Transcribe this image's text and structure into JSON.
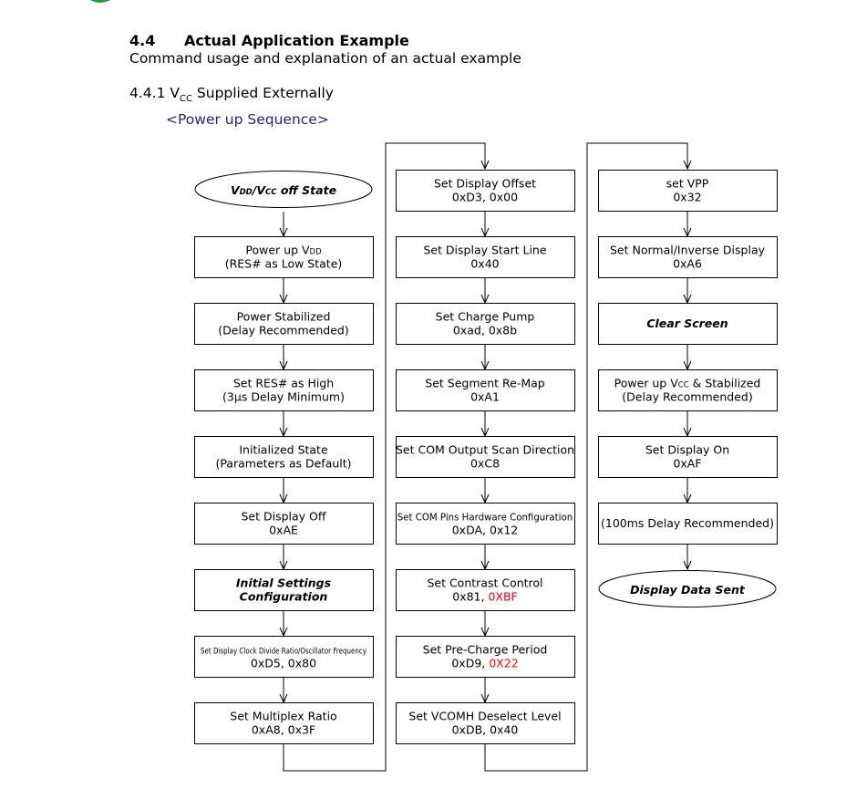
{
  "section": {
    "number": "4.4",
    "title": "Actual Application Example",
    "subtitle": "Command usage and explanation of an actual example"
  },
  "subsection": {
    "number": "4.4.1",
    "v": "V",
    "v_sub": "CC",
    "rest": "Supplied Externally"
  },
  "sequence_title": "<Power up Sequence>",
  "colors": {
    "line": "#000000",
    "highlight": "#ff0000",
    "sequence_title": "#1f1f9e"
  },
  "columns": [
    {
      "items": [
        {
          "id": "vdd-vcc-off-state",
          "shape": "ellipse",
          "style": "bolditalic",
          "lines": [
            [
              {
                "t": "V"
              },
              {
                "t": "DD",
                "sub": true
              },
              {
                "t": "/V"
              },
              {
                "t": "CC",
                "sub": true
              },
              {
                "t": " off State"
              }
            ]
          ]
        },
        {
          "id": "power-up-vdd",
          "shape": "box",
          "lines": [
            [
              {
                "t": "Power up V"
              },
              {
                "t": "DD",
                "sub": true
              }
            ],
            [
              {
                "t": "(RES# as Low State)"
              }
            ]
          ]
        },
        {
          "id": "power-stabilized",
          "shape": "box",
          "lines": [
            [
              {
                "t": "Power Stabilized"
              }
            ],
            [
              {
                "t": "(Delay Recommended)"
              }
            ]
          ]
        },
        {
          "id": "set-res-high",
          "shape": "box",
          "lines": [
            [
              {
                "t": "Set RES# as High"
              }
            ],
            [
              {
                "t": "(3μs Delay Minimum)"
              }
            ]
          ]
        },
        {
          "id": "initialized-state",
          "shape": "box",
          "lines": [
            [
              {
                "t": "Initialized State"
              }
            ],
            [
              {
                "t": "(Parameters as Default)"
              }
            ]
          ]
        },
        {
          "id": "set-display-off",
          "shape": "box",
          "lines": [
            [
              {
                "t": "Set Display Off"
              }
            ],
            [
              {
                "t": "0xAE"
              }
            ]
          ]
        },
        {
          "id": "initial-settings-configuration",
          "shape": "box",
          "style": "bolditalic",
          "lines": [
            [
              {
                "t": "Initial Settings"
              }
            ],
            [
              {
                "t": "Configuration"
              }
            ]
          ]
        },
        {
          "id": "set-display-clock-divide",
          "shape": "box",
          "lines": [
            [
              {
                "t": "Set Display Clock Divide Ratio/Oscillator Frequency",
                "small": true
              }
            ],
            [
              {
                "t": "0xD5, 0x80"
              }
            ]
          ]
        },
        {
          "id": "set-multiplex-ratio",
          "shape": "box",
          "lines": [
            [
              {
                "t": "Set Multiplex Ratio"
              }
            ],
            [
              {
                "t": "0xA8, 0x3F"
              }
            ]
          ]
        }
      ]
    },
    {
      "items": [
        {
          "id": "set-display-offset",
          "shape": "box",
          "lines": [
            [
              {
                "t": "Set Display Offset"
              }
            ],
            [
              {
                "t": "0xD3, 0x00"
              }
            ]
          ]
        },
        {
          "id": "set-display-start-line",
          "shape": "box",
          "lines": [
            [
              {
                "t": "Set Display Start Line"
              }
            ],
            [
              {
                "t": "0x40"
              }
            ]
          ]
        },
        {
          "id": "set-charge-pump",
          "shape": "box",
          "lines": [
            [
              {
                "t": "Set Charge Pump"
              }
            ],
            [
              {
                "t": "0xad, 0x8b"
              }
            ]
          ]
        },
        {
          "id": "set-segment-remap",
          "shape": "box",
          "lines": [
            [
              {
                "t": "Set Segment Re-Map"
              }
            ],
            [
              {
                "t": "0xA1"
              }
            ]
          ]
        },
        {
          "id": "set-com-output-scan-direction",
          "shape": "box",
          "lines": [
            [
              {
                "t": "Set COM Output Scan Direction"
              }
            ],
            [
              {
                "t": "0xC8"
              }
            ]
          ]
        },
        {
          "id": "set-com-pins-hardware-configuration",
          "shape": "box",
          "lines": [
            [
              {
                "t": "Set COM Pins Hardware Configuration",
                "small": true
              }
            ],
            [
              {
                "t": "0xDA, 0x12"
              }
            ]
          ]
        },
        {
          "id": "set-contrast-control",
          "shape": "box",
          "lines": [
            [
              {
                "t": "Set Contrast Control"
              }
            ],
            [
              {
                "t": "0x81, "
              },
              {
                "t": "0XBF",
                "red": true
              }
            ]
          ]
        },
        {
          "id": "set-pre-charge-period",
          "shape": "box",
          "lines": [
            [
              {
                "t": "Set Pre-Charge Period"
              }
            ],
            [
              {
                "t": "0xD9, "
              },
              {
                "t": "0X22",
                "red": true
              }
            ]
          ]
        },
        {
          "id": "set-vcomh-deselect-level",
          "shape": "box",
          "lines": [
            [
              {
                "t": "Set VCOMH Deselect Level"
              }
            ],
            [
              {
                "t": "0xDB, 0x40"
              }
            ]
          ]
        }
      ]
    },
    {
      "items": [
        {
          "id": "set-vpp",
          "shape": "box",
          "lines": [
            [
              {
                "t": "set VPP"
              }
            ],
            [
              {
                "t": "0x32"
              }
            ]
          ]
        },
        {
          "id": "set-normal-inverse-display",
          "shape": "box",
          "lines": [
            [
              {
                "t": "Set Normal/Inverse Display"
              }
            ],
            [
              {
                "t": "0xA6"
              }
            ]
          ]
        },
        {
          "id": "clear-screen",
          "shape": "box",
          "style": "bolditalic",
          "lines": [
            [
              {
                "t": "Clear Screen"
              }
            ]
          ]
        },
        {
          "id": "power-up-vcc-stabilized",
          "shape": "box",
          "lines": [
            [
              {
                "t": "Power up V"
              },
              {
                "t": "CC",
                "sub": true
              },
              {
                "t": " & Stabilized"
              }
            ],
            [
              {
                "t": "(Delay Recommended)"
              }
            ]
          ]
        },
        {
          "id": "set-display-on",
          "shape": "box",
          "lines": [
            [
              {
                "t": "Set Display On"
              }
            ],
            [
              {
                "t": "0xAF"
              }
            ]
          ]
        },
        {
          "id": "delay-100ms",
          "shape": "box",
          "lines": [
            [
              {
                "t": "(100ms Delay Recommended)"
              }
            ]
          ]
        },
        {
          "id": "display-data-sent",
          "shape": "ellipse",
          "style": "bolditalic",
          "lines": [
            [
              {
                "t": "Display Data Sent"
              }
            ]
          ]
        }
      ]
    }
  ]
}
